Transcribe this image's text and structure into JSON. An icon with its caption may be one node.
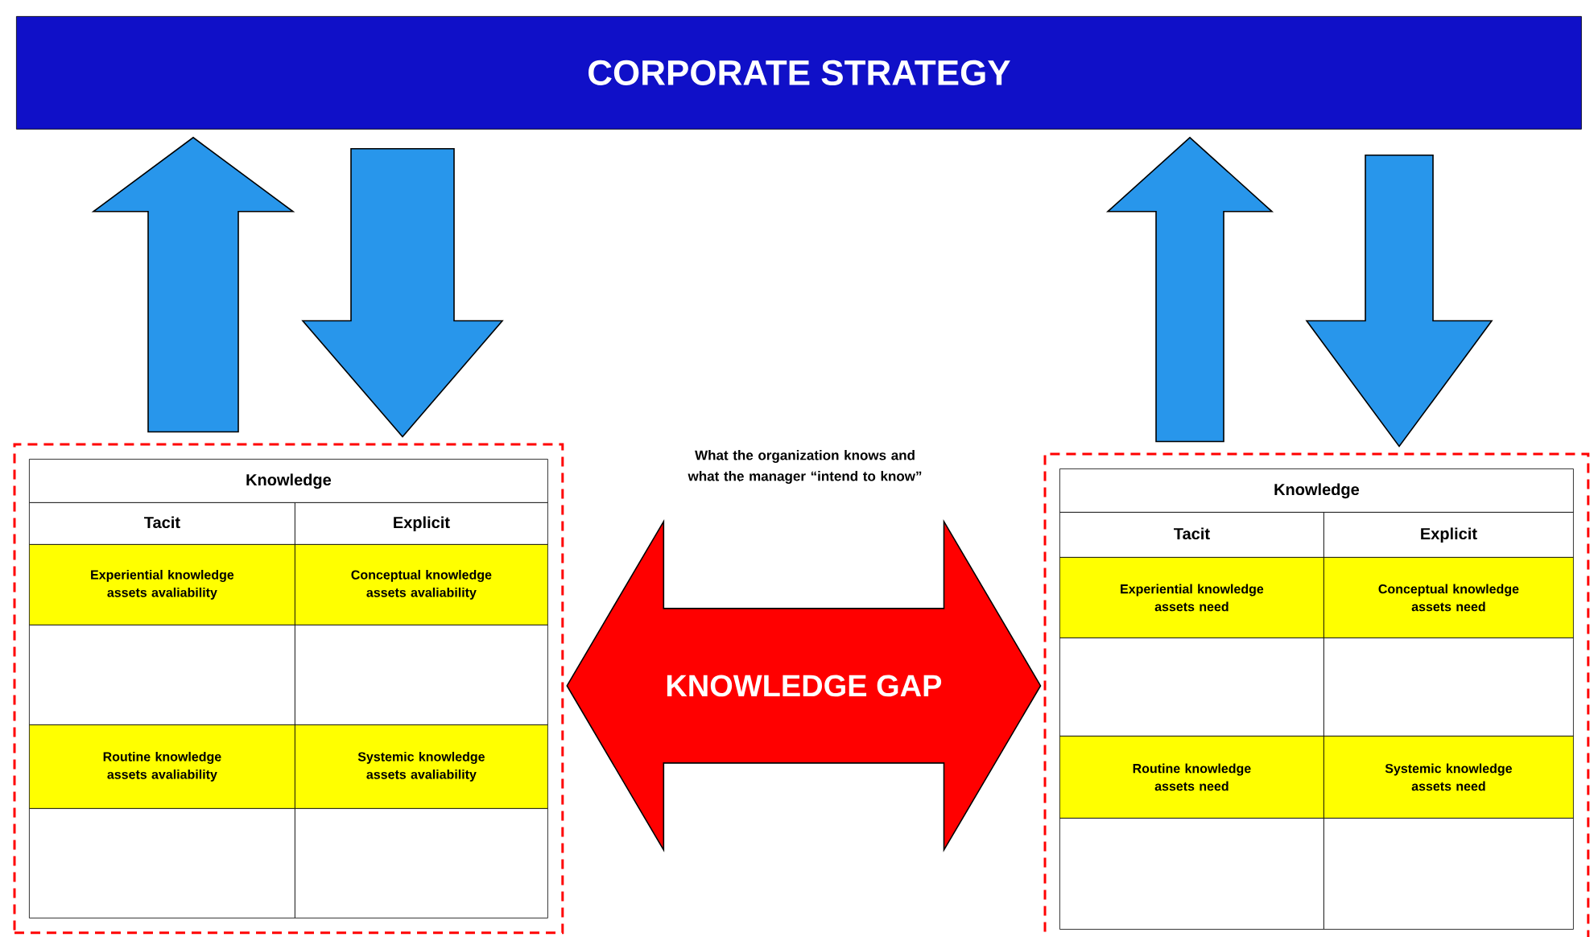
{
  "diagram": {
    "nodes": [
      {
        "text": [
          "CORPORATE STRATEGY"
        ]
      },
      {
        "text": [],
        "shape": "box"
      },
      {
        "text": [
          "Knowledge"
        ],
        "in": 1
      },
      {
        "text": [
          "Tacit"
        ],
        "in": 1
      },
      {
        "text": [
          "Explicit"
        ],
        "in": 1
      },
      {
        "text": [
          "Experiential knowledge assets avaliability"
        ],
        "in": 1
      },
      {
        "text": [
          "Conceptual knowledge assets avaliability"
        ],
        "in": 1
      },
      {
        "text": [],
        "shape": "box",
        "in": 1
      },
      {
        "text": [],
        "shape": "box",
        "in": 1
      },
      {
        "text": [
          "Routine knowledge assets avaliability"
        ],
        "in": 1
      },
      {
        "text": [
          "Systemic knowledge assets avaliability"
        ],
        "in": 1
      },
      {
        "text": [],
        "shape": "box",
        "in": 1
      },
      {
        "text": [],
        "shape": "box",
        "in": 1
      },
      {
        "text": [],
        "shape": "box"
      },
      {
        "text": [
          "Knowledge"
        ],
        "in": 13
      },
      {
        "text": [
          "Tacit"
        ],
        "in": 13
      },
      {
        "text": [
          "Explicit"
        ],
        "in": 13
      },
      {
        "text": [
          "Experiential knowledge assets need"
        ],
        "in": 13
      },
      {
        "text": [
          "Conceptual knowledge assets need"
        ],
        "in": 13
      },
      {
        "text": [],
        "shape": "box",
        "in": 13
      },
      {
        "text": [],
        "shape": "box",
        "in": 13
      },
      {
        "text": [
          "Routine knowledge assets need"
        ],
        "in": 13
      },
      {
        "text": [
          "Systemic knowledge assets need"
        ],
        "in": 13
      },
      {
        "text": [],
        "shape": "box",
        "in": 13
      },
      {
        "text": [],
        "shape": "box",
        "in": 13
      }
    ],
    "edges": [
      {
        "from": 1,
        "to": 0,
        "arrow": "to"
      },
      {
        "from": 0,
        "to": 1,
        "arrow": "to"
      },
      {
        "from": 13,
        "to": 0,
        "arrow": "to"
      },
      {
        "from": 0,
        "to": 13,
        "arrow": "to"
      },
      {
        "from": 1,
        "to": 13,
        "arrow": "both",
        "label": "KNOWLEDGE GAP"
      }
    ],
    "labels": [
      "What the organization knows and what the manager “intend to know”"
    ]
  }
}
